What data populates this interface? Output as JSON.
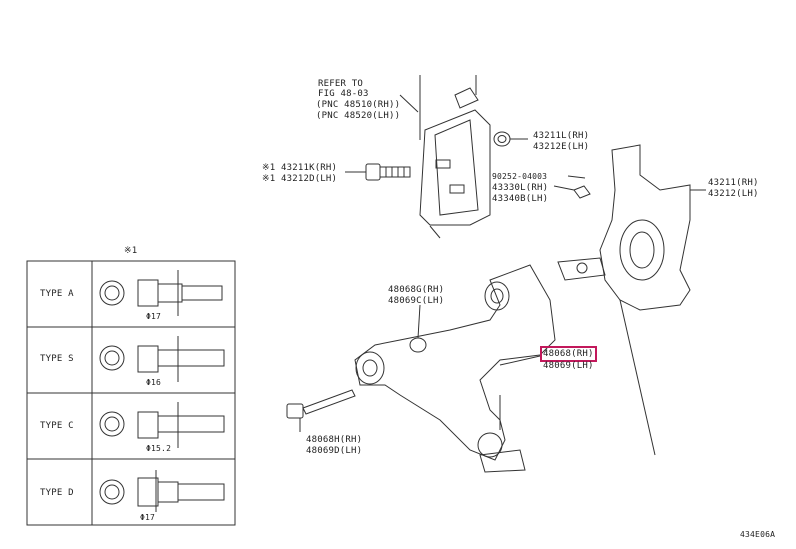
{
  "refer": {
    "line1": "REFER TO",
    "line2": "FIG 48-03",
    "line3": "(PNC 48510(RH))",
    "line4": "(PNC 48520(LH))"
  },
  "parts": {
    "p43211L": "43211L(RH)",
    "p43212E": "43212E(LH)",
    "p43211K": "※1 43211K(RH)",
    "p43212D": "※1 43212D(LH)",
    "p90252": "90252-04003",
    "p43330L": "43330L(RH)",
    "p43340B": "43340B(LH)",
    "p43211": "43211(RH)",
    "p43212": "43212(LH)",
    "p48068G": "48068G(RH)",
    "p48069C": "48069C(LH)",
    "p48068": "48068(RH)",
    "p48069": "48069(LH)",
    "p48068H": "48068H(RH)",
    "p48069D": "48069D(LH)"
  },
  "table": {
    "header": "※1",
    "rows": [
      {
        "type": "TYPE A",
        "dim": "Φ17"
      },
      {
        "type": "TYPE S",
        "dim": "Φ16"
      },
      {
        "type": "TYPE C",
        "dim": "Φ15.2"
      },
      {
        "type": "TYPE D",
        "dim": "Φ17"
      }
    ]
  },
  "figure_code": "434E06A"
}
